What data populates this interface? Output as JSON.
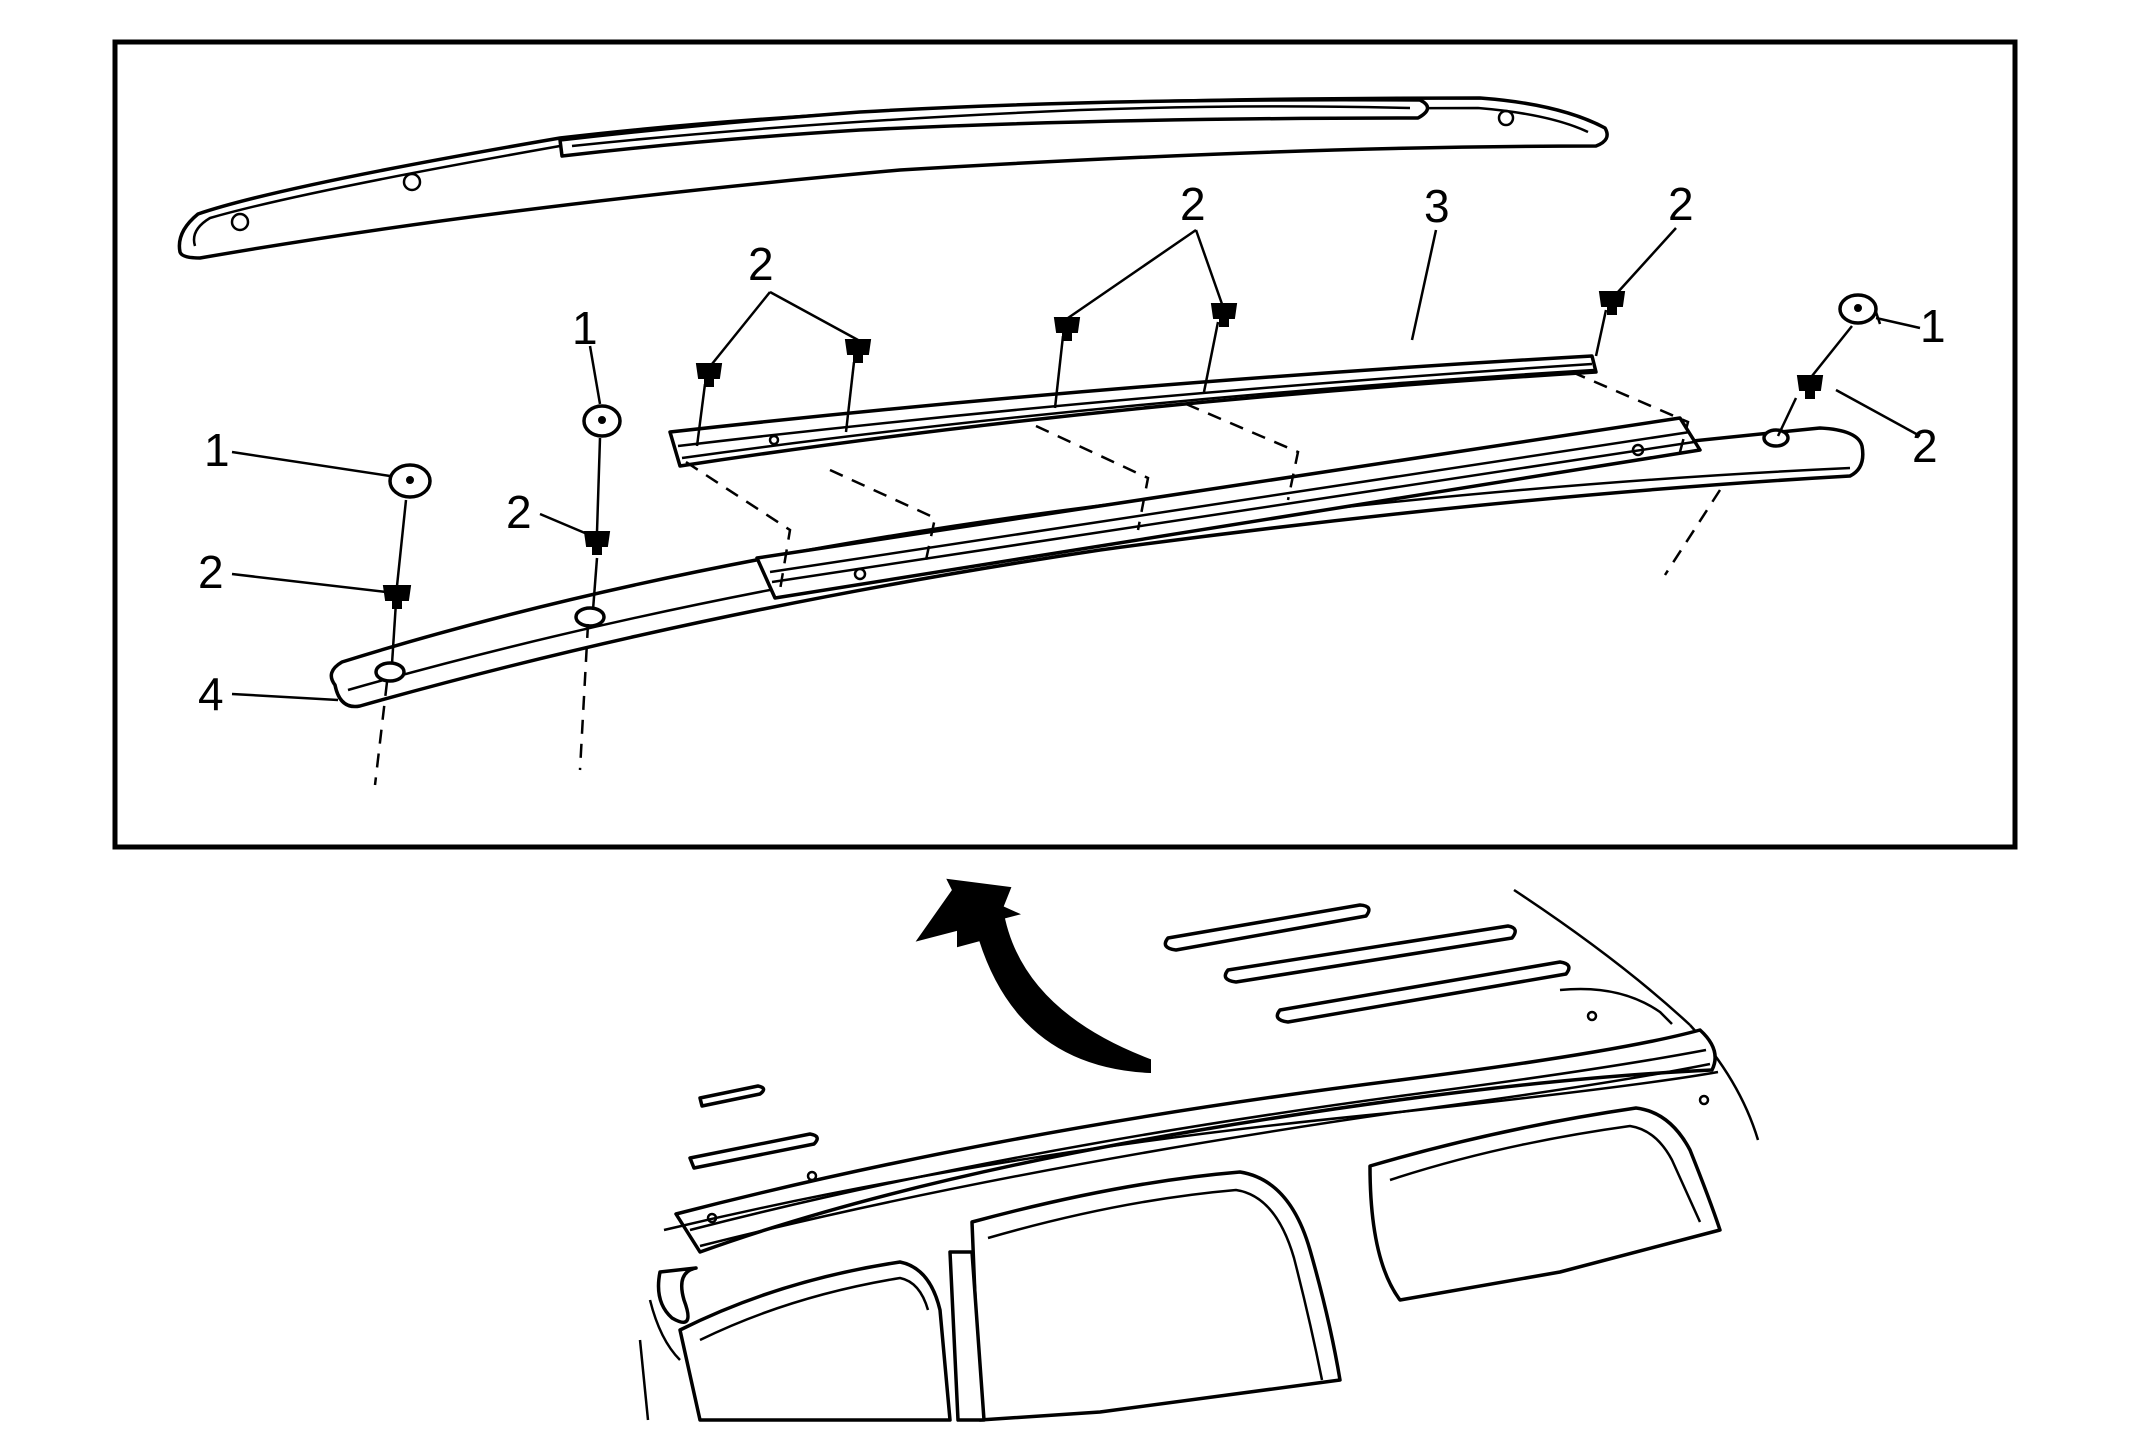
{
  "callouts": {
    "c1_left": "1",
    "c1_mid": "1",
    "c1_right": "1",
    "c2_left": "2",
    "c2_mid": "2",
    "c2_group_a": "2",
    "c2_group_b": "2",
    "c2_upper_right": "2",
    "c2_right": "2",
    "c3_rail": "3",
    "c4_base": "4"
  },
  "colors": {
    "line": "#000000",
    "background": "#ffffff"
  },
  "icons": {
    "direction_arrow": "curved-arrow-icon"
  }
}
